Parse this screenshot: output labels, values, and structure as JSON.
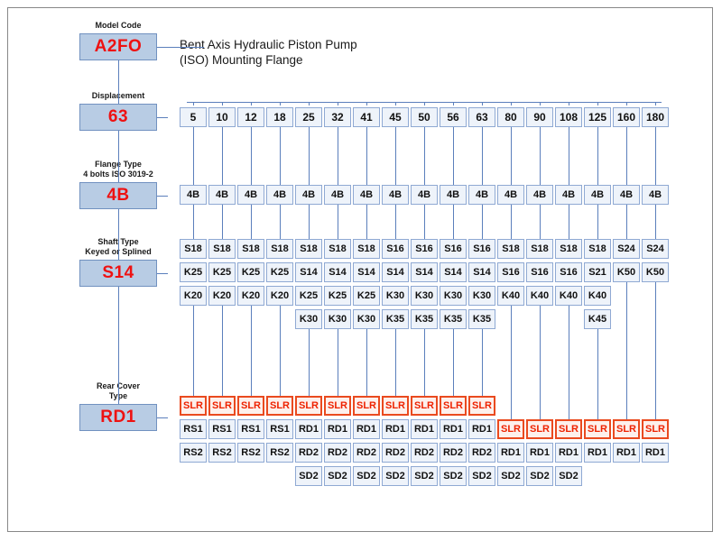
{
  "diagram": {
    "title_line1": "Bent Axis Hydraulic Piston Pump",
    "title_line2": "(ISO) Mounting Flange",
    "colors": {
      "selection_fill": "#b8cce4",
      "selection_border": "#7191c0",
      "selection_text": "#ee1111",
      "cell_fill": "#eef3fa",
      "cell_border": "#8fa9d3",
      "highlight_border": "#ea4a1f",
      "highlight_text": "#ee2200",
      "connector": "#5b7fbc"
    }
  },
  "selectors": [
    {
      "label": "Model Code",
      "value": "A2FO"
    },
    {
      "label": "Displacement",
      "value": "63"
    },
    {
      "label": "Flange Type\n4 bolts ISO 3019-2",
      "value": "4B"
    },
    {
      "label": "Shaft Type\nKeyed or Splined",
      "value": "S14"
    },
    {
      "label": "Rear Cover\nType",
      "value": "RD1"
    }
  ],
  "columns": 17,
  "sections": {
    "displacement": {
      "name": "Displacement",
      "rows": [
        [
          "5",
          "10",
          "12",
          "18",
          "25",
          "32",
          "41",
          "45",
          "50",
          "56",
          "63",
          "80",
          "90",
          "108",
          "125",
          "160",
          "180"
        ]
      ]
    },
    "flange": {
      "name": "Flange Type",
      "rows": [
        [
          "4B",
          "4B",
          "4B",
          "4B",
          "4B",
          "4B",
          "4B",
          "4B",
          "4B",
          "4B",
          "4B",
          "4B",
          "4B",
          "4B",
          "4B",
          "4B",
          "4B"
        ]
      ]
    },
    "shaft": {
      "name": "Shaft Type",
      "rows": [
        [
          "S18",
          "S18",
          "S18",
          "S18",
          "S18",
          "S18",
          "S18",
          "S16",
          "S16",
          "S16",
          "S16",
          "S18",
          "S18",
          "S18",
          "S18",
          "S24",
          "S24"
        ],
        [
          "K25",
          "K25",
          "K25",
          "K25",
          "S14",
          "S14",
          "S14",
          "S14",
          "S14",
          "S14",
          "S14",
          "S16",
          "S16",
          "S16",
          "S21",
          "K50",
          "K50"
        ],
        [
          "K20",
          "K20",
          "K20",
          "K20",
          "K25",
          "K25",
          "K25",
          "K30",
          "K30",
          "K30",
          "K30",
          "K40",
          "K40",
          "K40",
          "K40",
          "",
          ""
        ],
        [
          "",
          "",
          "",
          "",
          "K30",
          "K30",
          "K30",
          "K35",
          "K35",
          "K35",
          "K35",
          "",
          "",
          "",
          "K45",
          "",
          ""
        ]
      ]
    },
    "rear_cover": {
      "name": "Rear Cover Type",
      "rows": [
        [
          "SLR",
          "SLR",
          "SLR",
          "SLR",
          "SLR",
          "SLR",
          "SLR",
          "SLR",
          "SLR",
          "SLR",
          "SLR",
          "",
          "",
          "",
          "",
          "",
          ""
        ],
        [
          "RS1",
          "RS1",
          "RS1",
          "RS1",
          "RD1",
          "RD1",
          "RD1",
          "RD1",
          "RD1",
          "RD1",
          "RD1",
          "SLR",
          "SLR",
          "SLR",
          "SLR",
          "SLR",
          "SLR"
        ],
        [
          "RS2",
          "RS2",
          "RS2",
          "RS2",
          "RD2",
          "RD2",
          "RD2",
          "RD2",
          "RD2",
          "RD2",
          "RD2",
          "RD1",
          "RD1",
          "RD1",
          "RD1",
          "RD1",
          "RD1"
        ],
        [
          "",
          "",
          "",
          "",
          "SD2",
          "SD2",
          "SD2",
          "SD2",
          "SD2",
          "SD2",
          "SD2",
          "SD2",
          "SD2",
          "SD2",
          "",
          "",
          ""
        ]
      ],
      "highlight_value": "SLR"
    }
  }
}
